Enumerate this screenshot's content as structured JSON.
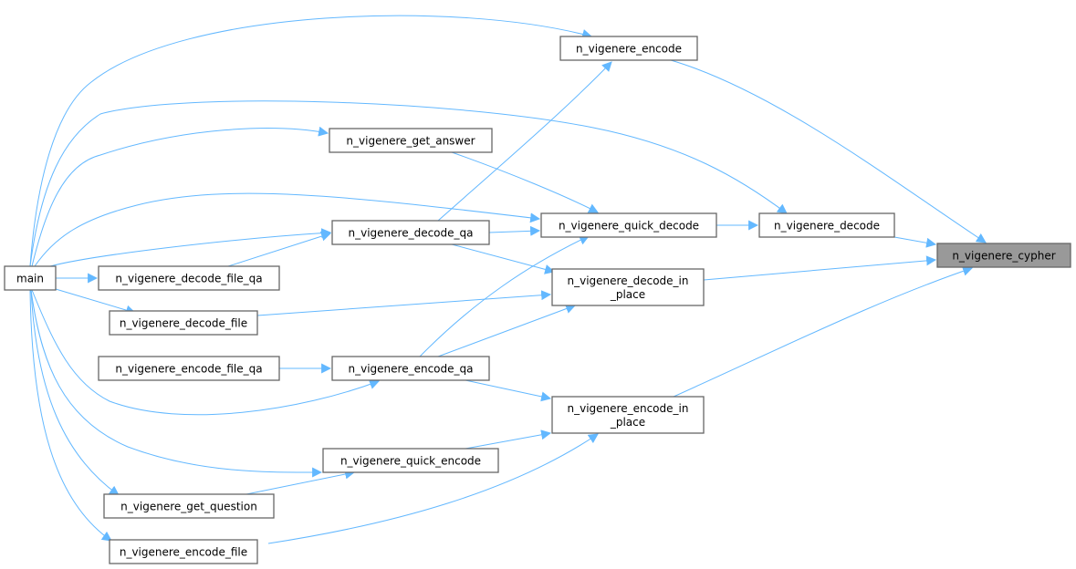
{
  "graph": {
    "edge_color": "#63b8ff",
    "highlight_color": "#999999",
    "nodes": [
      {
        "id": "main",
        "lines": [
          "main"
        ]
      },
      {
        "id": "encode",
        "lines": [
          "n_vigenere_encode"
        ]
      },
      {
        "id": "get_answer",
        "lines": [
          "n_vigenere_get_answer"
        ]
      },
      {
        "id": "decode_qa",
        "lines": [
          "n_vigenere_decode_qa"
        ]
      },
      {
        "id": "quick_decode",
        "lines": [
          "n_vigenere_quick_decode"
        ]
      },
      {
        "id": "decode",
        "lines": [
          "n_vigenere_decode"
        ]
      },
      {
        "id": "cypher",
        "lines": [
          "n_vigenere_cypher"
        ],
        "highlighted": true
      },
      {
        "id": "decode_file_qa",
        "lines": [
          "n_vigenere_decode_file_qa"
        ]
      },
      {
        "id": "decode_in_place",
        "lines": [
          "n_vigenere_decode_in",
          "_place"
        ]
      },
      {
        "id": "decode_file",
        "lines": [
          "n_vigenere_decode_file"
        ]
      },
      {
        "id": "encode_file_qa",
        "lines": [
          "n_vigenere_encode_file_qa"
        ]
      },
      {
        "id": "encode_qa",
        "lines": [
          "n_vigenere_encode_qa"
        ]
      },
      {
        "id": "encode_in_place",
        "lines": [
          "n_vigenere_encode_in",
          "_place"
        ]
      },
      {
        "id": "quick_encode",
        "lines": [
          "n_vigenere_quick_encode"
        ]
      },
      {
        "id": "get_question",
        "lines": [
          "n_vigenere_get_question"
        ]
      },
      {
        "id": "encode_file",
        "lines": [
          "n_vigenere_encode_file"
        ]
      }
    ],
    "edges": [
      [
        "main",
        "encode"
      ],
      [
        "main",
        "decode"
      ],
      [
        "main",
        "get_answer"
      ],
      [
        "main",
        "quick_decode"
      ],
      [
        "main",
        "decode_qa"
      ],
      [
        "main",
        "decode_file_qa"
      ],
      [
        "main",
        "decode_file"
      ],
      [
        "main",
        "encode_qa"
      ],
      [
        "main",
        "quick_encode"
      ],
      [
        "main",
        "get_question"
      ],
      [
        "main",
        "encode_file"
      ],
      [
        "encode_file_qa",
        "encode_qa"
      ],
      [
        "decode_file_qa",
        "decode_qa"
      ],
      [
        "decode_qa",
        "encode"
      ],
      [
        "get_answer",
        "quick_decode"
      ],
      [
        "decode_qa",
        "quick_decode"
      ],
      [
        "decode_qa",
        "decode_in_place"
      ],
      [
        "decode_file",
        "decode_in_place"
      ],
      [
        "encode_qa",
        "quick_decode"
      ],
      [
        "encode_qa",
        "decode_in_place"
      ],
      [
        "encode_qa",
        "encode_in_place"
      ],
      [
        "quick_encode",
        "encode_in_place"
      ],
      [
        "get_question",
        "quick_encode"
      ],
      [
        "encode_file",
        "encode_in_place"
      ],
      [
        "quick_decode",
        "decode"
      ],
      [
        "encode",
        "cypher"
      ],
      [
        "decode",
        "cypher"
      ],
      [
        "decode_in_place",
        "cypher"
      ],
      [
        "encode_in_place",
        "cypher"
      ]
    ]
  }
}
